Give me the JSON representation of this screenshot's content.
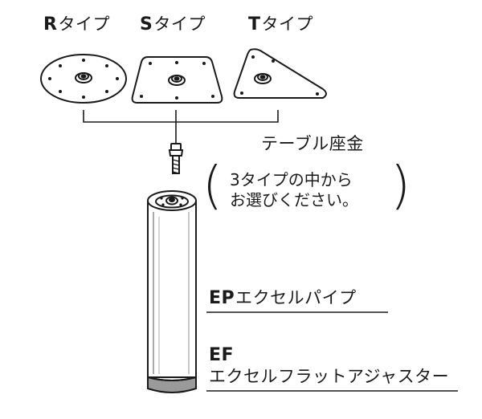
{
  "types": [
    {
      "code": "R",
      "suffix": "タイプ"
    },
    {
      "code": "S",
      "suffix": "タイプ"
    },
    {
      "code": "T",
      "suffix": "タイプ"
    }
  ],
  "plate_label": "テーブル座金",
  "note": {
    "line1": "3タイプの中から",
    "line2": "お選びください。"
  },
  "pipe": {
    "code": "EP",
    "name": "エクセルパイプ"
  },
  "adjuster": {
    "code": "EF",
    "name": "エクセルフラットアジャスター"
  },
  "colors": {
    "line": "#1a1a1a",
    "foot": "#9a9a9a",
    "bg": "#ffffff"
  }
}
